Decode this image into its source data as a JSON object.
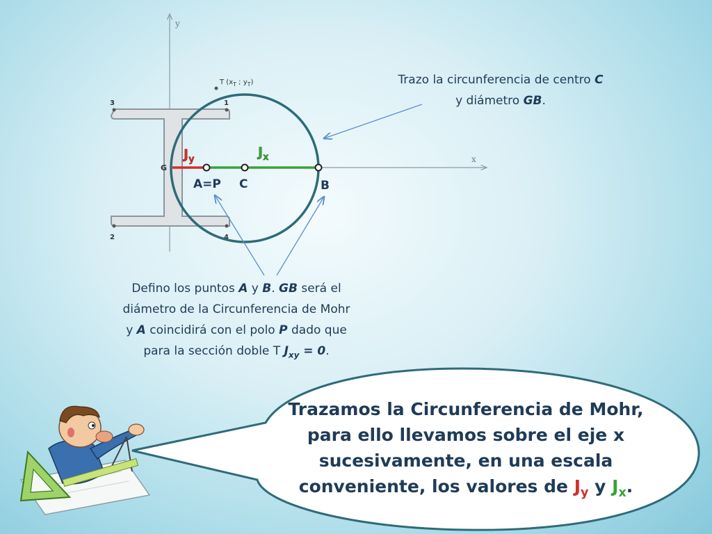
{
  "diagram": {
    "axis_y_label": "y",
    "axis_x_label": "x",
    "point_t_label": "T (x",
    "point_t_sub_x": "T",
    "point_t_mid": " ; y",
    "point_t_sub_y": "T",
    "point_t_end": ")",
    "corner_labels": [
      "3",
      "1",
      "2",
      "4"
    ],
    "centroid_label": "G",
    "label_jy_main": "J",
    "label_jy_sub": "y",
    "label_jx_main": "J",
    "label_jx_sub": "x",
    "label_ap": "A=P",
    "label_c": "C",
    "label_b": "B"
  },
  "captions": {
    "top_part1": "Trazo la circunferencia de centro ",
    "top_c": "C",
    "top_part2": "y diámetro ",
    "top_gb": "GB",
    "top_end": ".",
    "mid_1": "Defino los puntos ",
    "mid_a": "A",
    "mid_2": " y ",
    "mid_b": "B",
    "mid_3": ". ",
    "mid_gb": "GB",
    "mid_4": " será el",
    "mid_5": "diámetro de la Circunferencia de Mohr",
    "mid_6": "y ",
    "mid_a2": "A",
    "mid_7": " coincidirá con el polo ",
    "mid_p": "P",
    "mid_8": " dado que",
    "mid_9": "para la sección doble T  ",
    "mid_j": "J",
    "mid_jsub": "xy",
    "mid_10": " = 0",
    "mid_11": "."
  },
  "bubble": {
    "line1": "Trazamos la Circunferencia de Mohr,",
    "line2": "para ello llevamos sobre el eje x",
    "line3": "sucesivamente, en una escala",
    "line4_a": "conveniente, los valores de ",
    "jy_main": "J",
    "jy_sub": "y",
    "and": " y ",
    "jx_main": "J",
    "jx_sub": "x",
    "end": "."
  },
  "colors": {
    "jy_red": "#d0302a",
    "jx_green": "#3aa23a",
    "circle": "#2f6b78",
    "text": "#1f3b57"
  }
}
